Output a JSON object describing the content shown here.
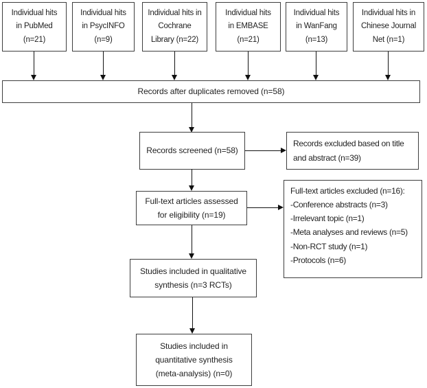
{
  "diagram": {
    "sources": [
      {
        "label": "Individual hits\nin PubMed\n(n=21)"
      },
      {
        "label": "Individual hits\nin PsycINFO\n(n=9)"
      },
      {
        "label": "Individual hits in\nCochrane\nLibrary (n=22)"
      },
      {
        "label": "Individual hits\nin EMBASE\n(n=21)"
      },
      {
        "label": "Individual hits\nin WanFang\n(n=13)"
      },
      {
        "label": "Individual hits in\nChinese Journal\nNet (n=1)"
      }
    ],
    "duplicates_removed": "Records after duplicates removed (n=58)",
    "records_screened": "Records screened (n=58)",
    "excluded_title_abstract": "Records excluded based on title\nand abstract (n=39)",
    "fulltext_assessed": "Full-text articles assessed\nfor eligibility (n=19)",
    "fulltext_excluded": "Full-text articles excluded (n=16):\n-Conference abstracts (n=3)\n-Irrelevant topic (n=1)\n-Meta analyses and reviews (n=5)\n-Non-RCT study (n=1)\n-Protocols (n=6)",
    "qualitative_synthesis": "Studies included in qualitative\nsynthesis (n=3 RCTs)",
    "quantitative_synthesis": "Studies included in\nquantitative synthesis\n(meta-analysis) (n=0)"
  },
  "colors": {
    "border": "#3d3d3d",
    "text": "#1f1f1f",
    "arrow": "#111111",
    "background": "#ffffff"
  }
}
